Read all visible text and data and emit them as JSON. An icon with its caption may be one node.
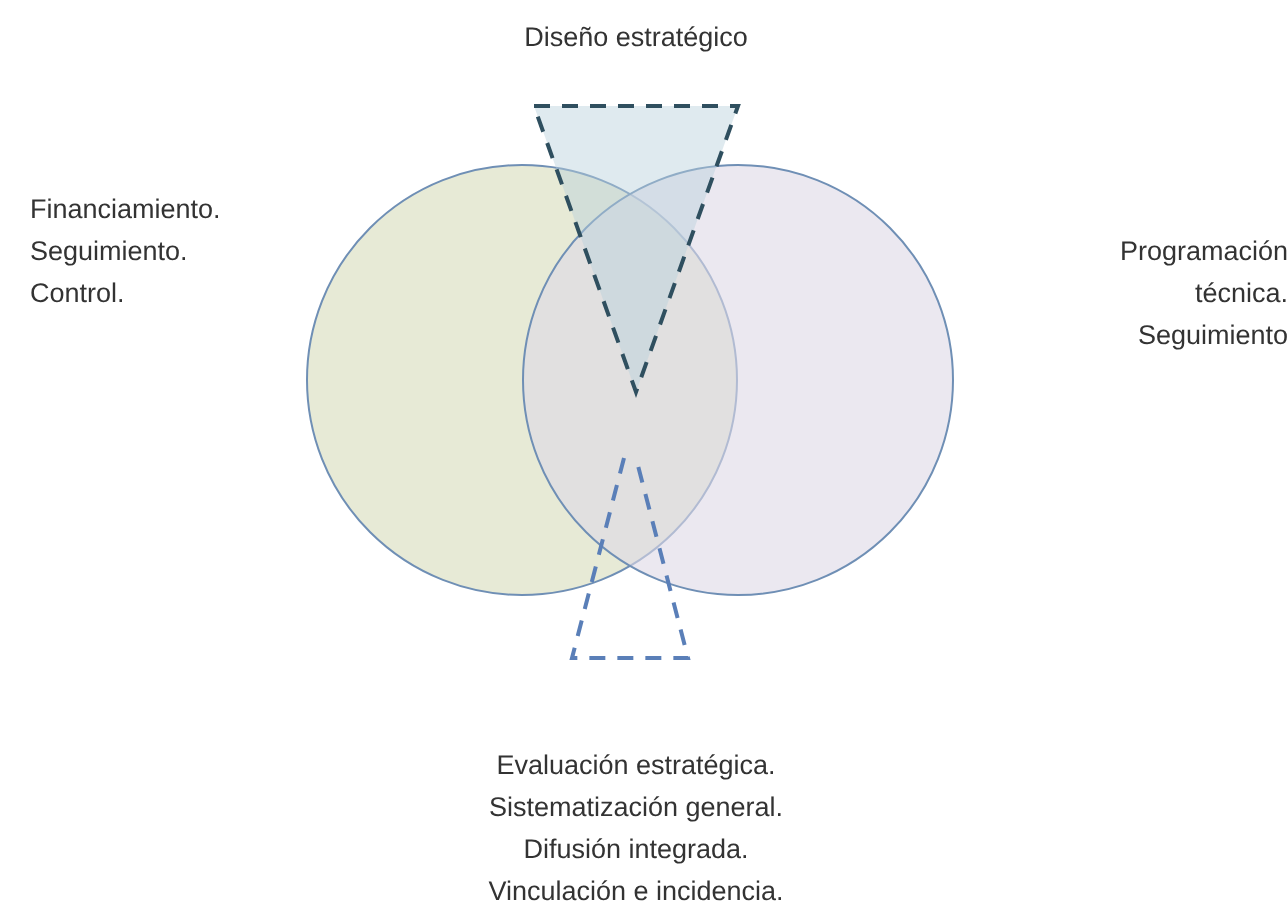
{
  "diagram": {
    "nodes": [
      {
        "text": [],
        "shape": "circle"
      },
      {
        "text": [],
        "shape": "circle"
      },
      {
        "text": [],
        "shape": "triangle"
      },
      {
        "text": [],
        "shape": "trapezoid"
      }
    ],
    "labels": [
      "Diseño estratégico",
      "Financiamiento. Seguimiento. Control.",
      "Programación técnica. Seguimiento",
      "Evaluación estratégica. Sistematización general. Difusión integrada. Vinculación e incidencia."
    ]
  }
}
